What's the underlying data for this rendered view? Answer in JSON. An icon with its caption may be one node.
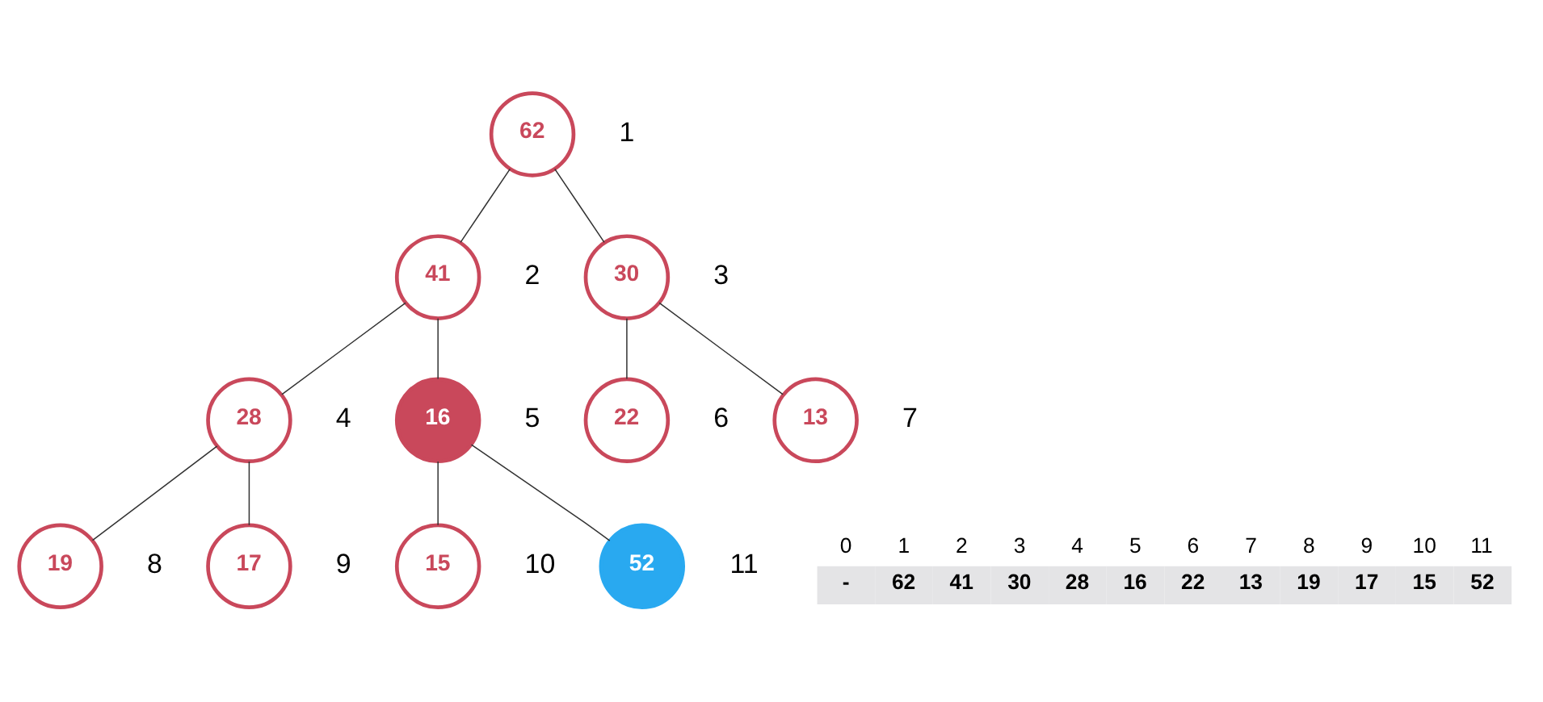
{
  "diagram": {
    "nodes": [
      {
        "text": [
          "62"
        ],
        "beside": [
          "1"
        ]
      },
      {
        "text": [
          "41"
        ],
        "beside": [
          "2"
        ]
      },
      {
        "text": [
          "30"
        ],
        "beside": [
          "3"
        ]
      },
      {
        "text": [
          "28"
        ],
        "beside": [
          "4"
        ]
      },
      {
        "text": [
          "16"
        ],
        "beside": [
          "5"
        ]
      },
      {
        "text": [
          "22"
        ],
        "beside": [
          "6"
        ]
      },
      {
        "text": [
          "13"
        ],
        "beside": [
          "7"
        ]
      },
      {
        "text": [
          "19"
        ],
        "beside": [
          "8"
        ]
      },
      {
        "text": [
          "17"
        ],
        "beside": [
          "9"
        ]
      },
      {
        "text": [
          "15"
        ],
        "beside": [
          "10"
        ]
      },
      {
        "text": [
          "52"
        ],
        "beside": [
          "11"
        ]
      }
    ],
    "edges": [
      {
        "from": 0,
        "to": 1,
        "arrow": "none"
      },
      {
        "from": 0,
        "to": 2,
        "arrow": "none"
      },
      {
        "from": 1,
        "to": 3,
        "arrow": "none"
      },
      {
        "from": 1,
        "to": 4,
        "arrow": "none"
      },
      {
        "from": 2,
        "to": 5,
        "arrow": "none"
      },
      {
        "from": 2,
        "to": 6,
        "arrow": "none"
      },
      {
        "from": 3,
        "to": 7,
        "arrow": "none"
      },
      {
        "from": 3,
        "to": 8,
        "arrow": "none"
      },
      {
        "from": 4,
        "to": 9,
        "arrow": "none"
      },
      {
        "from": 4,
        "to": 10,
        "arrow": "none"
      }
    ],
    "labels": [
      "0",
      "1",
      "2",
      "3",
      "4",
      "5",
      "6",
      "7",
      "8",
      "9",
      "10",
      "11",
      "-",
      "62",
      "41",
      "30",
      "28",
      "16",
      "22",
      "13",
      "19",
      "17",
      "15",
      "52"
    ]
  }
}
